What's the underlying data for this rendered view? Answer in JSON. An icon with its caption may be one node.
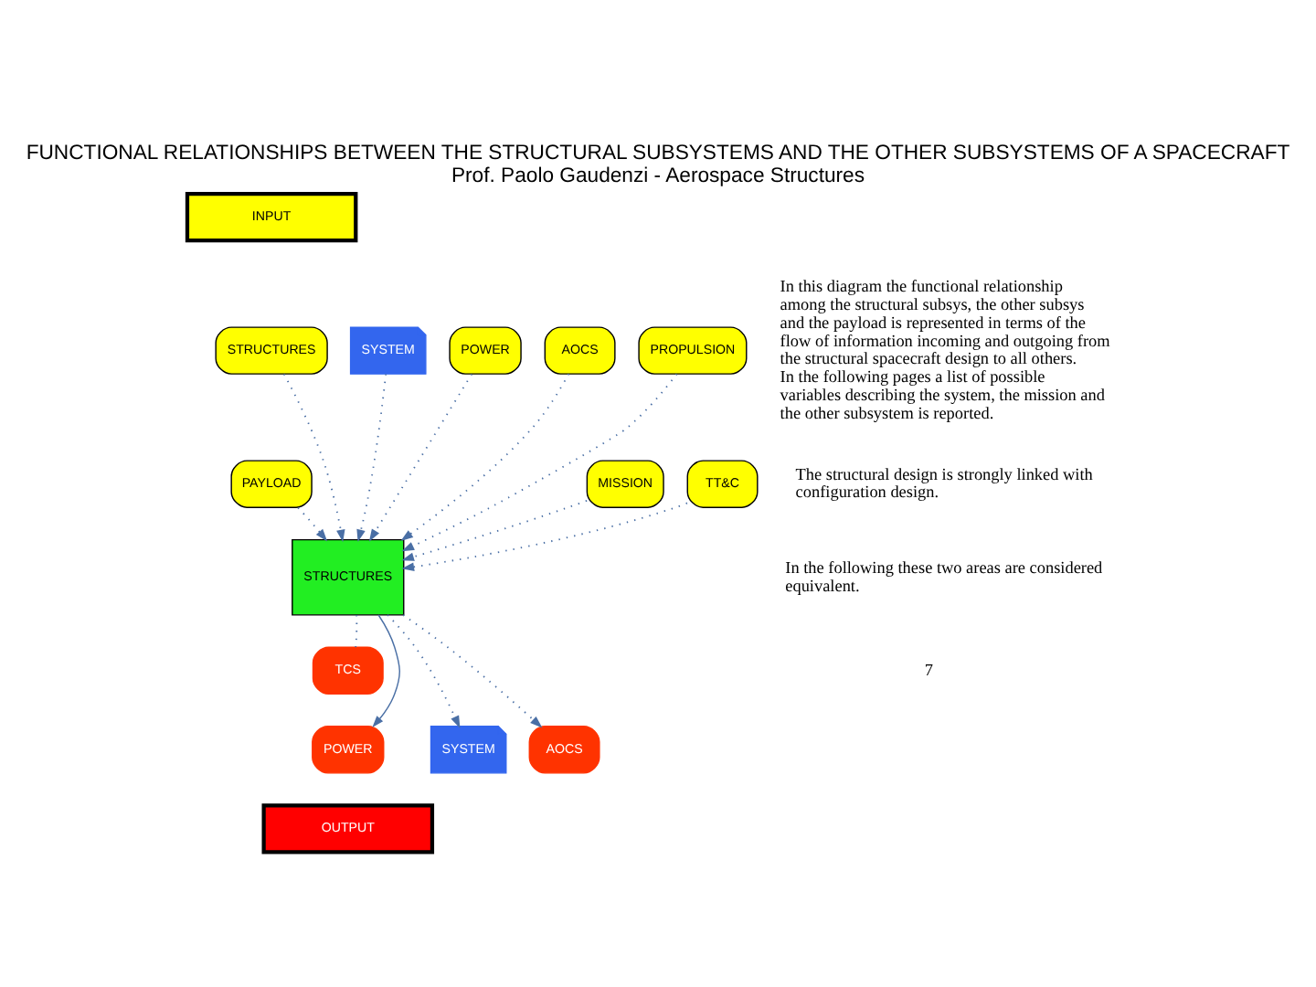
{
  "diagram": {
    "title": "FUNCTIONAL RELATIONSHIPS BETWEEN THE STRUCTURAL SUBSYSTEMS AND THE OTHER SUBSYSTEMS OF A SPACECRAFT",
    "caption": "Prof. Paolo Gaudenzi - Aerospace Structures",
    "nodes": [
      {
        "text": [
          "INPUT"
        ]
      },
      {
        "text": [
          "SYSTEM"
        ]
      },
      {
        "text": [
          "POWER"
        ]
      },
      {
        "text": [
          "STRUCTURES"
        ]
      },
      {
        "text": [
          "AOCS"
        ]
      },
      {
        "text": [
          "PROPULSION"
        ]
      },
      {
        "text": [
          "MISSION"
        ]
      },
      {
        "text": [
          "PAYLOAD"
        ]
      },
      {
        "text": [
          "TT&C"
        ]
      },
      {
        "text": [
          "STRUCTURES"
        ]
      },
      {
        "text": [
          "TCS"
        ]
      },
      {
        "text": [
          "SYSTEM"
        ]
      },
      {
        "text": [
          "POWER"
        ]
      },
      {
        "text": [
          "AOCS"
        ]
      },
      {
        "text": [
          "OUTPUT"
        ]
      }
    ],
    "edges": [
      {
        "from": 1,
        "to": 9,
        "arrow": "to",
        "style": "dashed"
      },
      {
        "from": 6,
        "to": 9,
        "arrow": "to",
        "style": "dashed"
      },
      {
        "from": 2,
        "to": 9,
        "arrow": "to",
        "style": "dashed"
      },
      {
        "from": 3,
        "to": 9,
        "arrow": "to",
        "style": "dashed"
      },
      {
        "from": 7,
        "to": 9,
        "arrow": "to",
        "style": "dashed"
      },
      {
        "from": 4,
        "to": 9,
        "arrow": "to",
        "style": "dashed"
      },
      {
        "from": 8,
        "to": 9,
        "arrow": "to",
        "style": "dashed"
      },
      {
        "from": 5,
        "to": 9,
        "arrow": "to",
        "style": "dashed"
      },
      {
        "from": 9,
        "to": 11,
        "arrow": "to",
        "style": "dashed"
      },
      {
        "from": 9,
        "to": 12,
        "arrow": "to"
      },
      {
        "from": 9,
        "to": 10,
        "arrow": "none",
        "style": "dashed"
      },
      {
        "from": 9,
        "to": 13,
        "arrow": "to",
        "style": "dashed"
      }
    ],
    "labels": [
      "In this diagram the functional relationship among the structural subsys, the other subsys and the payload is represented in terms of the flow of information incoming and outgoing from the structural spacecraft design to all others. In the following pages a list of possible variables describing the system, the mission and the other subsystem is reported.",
      "The structural design is strongly linked with configuration design.",
      "In the following these two areas are considered equivalent.",
      "7"
    ]
  }
}
